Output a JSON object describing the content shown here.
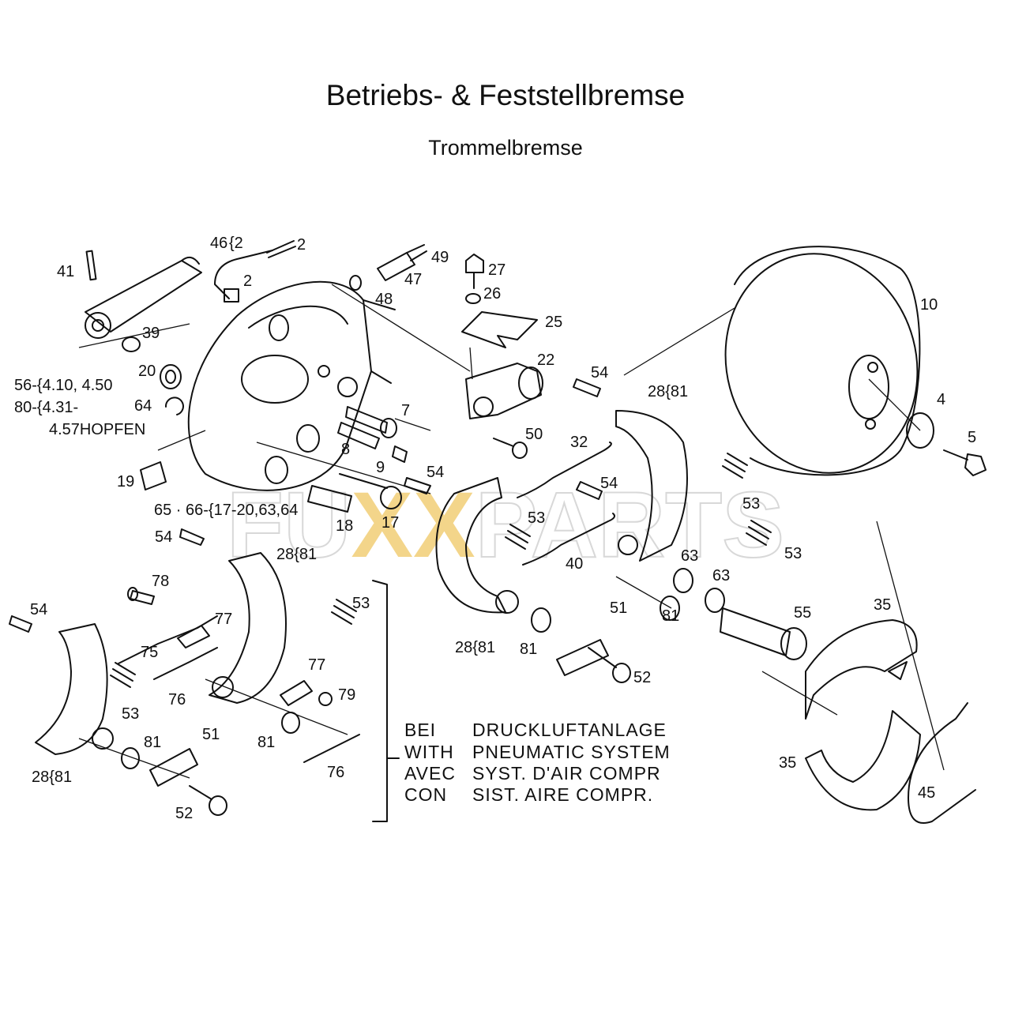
{
  "title": "Betriebs- & Feststellbremse",
  "subtitle": "Trommelbremse",
  "watermark": {
    "text": "FUXXPARTS",
    "p1": "FU",
    "p2": "XX",
    "p3": "PARTS",
    "color": "#e8e8e8",
    "accent": "#f3d58a"
  },
  "labels": {
    "l41": "41",
    "l46": "46",
    "l46b": "{2",
    "l2a": "2",
    "l2b": "2",
    "l49": "49",
    "l47": "47",
    "l48": "48",
    "l27": "27",
    "l26": "26",
    "l25": "25",
    "l10": "10",
    "l39": "39",
    "l20": "20",
    "l64": "64",
    "l22": "22",
    "l54a": "54",
    "l2881a": "28{81",
    "l4": "4",
    "l5": "5",
    "l56": "56-{4.10, 4.50",
    "l80": "80-{4.31-",
    "l457": "4.57HOPFEN",
    "l7": "7",
    "l50": "50",
    "l8": "8",
    "l32": "32",
    "l9": "9",
    "l19": "19",
    "l54b": "54",
    "l54c": "54",
    "l53a": "53",
    "l65": "65 · 66-{17-20,63,64",
    "l18": "18",
    "l17": "17",
    "l53b": "53",
    "l54d": "54",
    "l2881b": "28{81",
    "l40": "40",
    "l63a": "63",
    "l63b": "63",
    "l53c": "53",
    "l53d": "53",
    "l78": "78",
    "l55": "55",
    "l35a": "35",
    "l77a": "77",
    "l75": "75",
    "l81a": "81",
    "l51a": "51",
    "l54e": "54",
    "l76a": "76",
    "l2881c": "28{81",
    "l81b": "81",
    "l52a": "52",
    "l77b": "77",
    "l53e": "53",
    "l79": "79",
    "l81c": "81",
    "l51b": "51",
    "l2881d": "28{81",
    "l52b": "52",
    "l76b": "76",
    "l35b": "35",
    "l45": "45"
  },
  "note": [
    {
      "code": "BEI",
      "text": "DRUCKLUFTANLAGE"
    },
    {
      "code": "WITH",
      "text": "PNEUMATIC SYSTEM"
    },
    {
      "code": "AVEC",
      "text": "SYST. D'AIR COMPR"
    },
    {
      "code": "CON",
      "text": "SIST. AIRE COMPR."
    }
  ]
}
